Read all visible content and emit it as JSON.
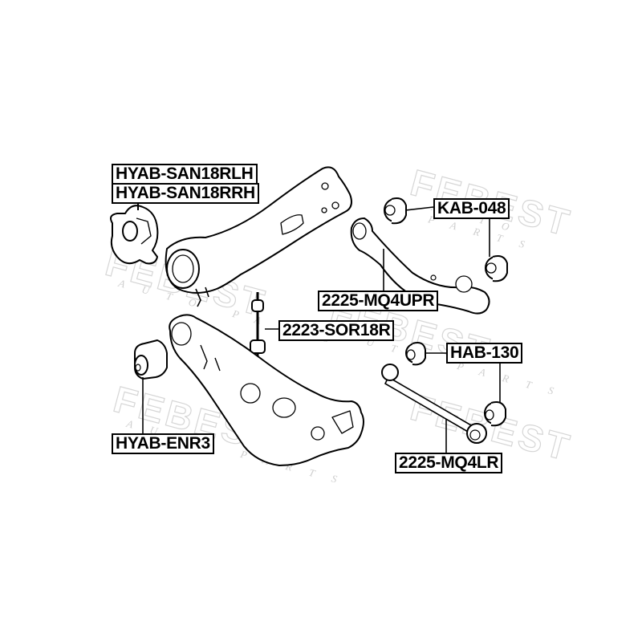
{
  "watermark": {
    "brand": "FEBEST",
    "tagline": "AUTO PARTS",
    "color": "#d6d6d6"
  },
  "labels": [
    {
      "id": "hyab-san18rlh",
      "text": "HYAB-SAN18RLH"
    },
    {
      "id": "hyab-san18rrh",
      "text": "HYAB-SAN18RRH"
    },
    {
      "id": "kab-048",
      "text": "KAB-048"
    },
    {
      "id": "2225-mq4upr",
      "text": "2225-MQ4UPR"
    },
    {
      "id": "2223-sor18r",
      "text": "2223-SOR18R"
    },
    {
      "id": "hab-130",
      "text": "HAB-130"
    },
    {
      "id": "hyab-enr3",
      "text": "HYAB-ENR3"
    },
    {
      "id": "2225-mq4lr",
      "text": "2225-MQ4LR"
    }
  ],
  "parts": [
    {
      "name": "trailing-arm-bushing",
      "label_ref": [
        "HYAB-SAN18RLH",
        "HYAB-SAN18RRH"
      ]
    },
    {
      "name": "trailing-arm",
      "label_ref": []
    },
    {
      "name": "upper-arm-bushing",
      "label_ref": [
        "KAB-048"
      ]
    },
    {
      "name": "upper-rear-arm",
      "label_ref": [
        "2225-MQ4UPR"
      ]
    },
    {
      "name": "stabilizer-link",
      "label_ref": [
        "2223-SOR18R"
      ]
    },
    {
      "name": "lower-arm-bushing",
      "label_ref": [
        "HAB-130"
      ]
    },
    {
      "name": "lower-control-arm",
      "label_ref": []
    },
    {
      "name": "lower-arm-front-bushing",
      "label_ref": [
        "HYAB-ENR3"
      ]
    },
    {
      "name": "lower-rear-arm",
      "label_ref": [
        "2225-MQ4LR"
      ]
    }
  ]
}
